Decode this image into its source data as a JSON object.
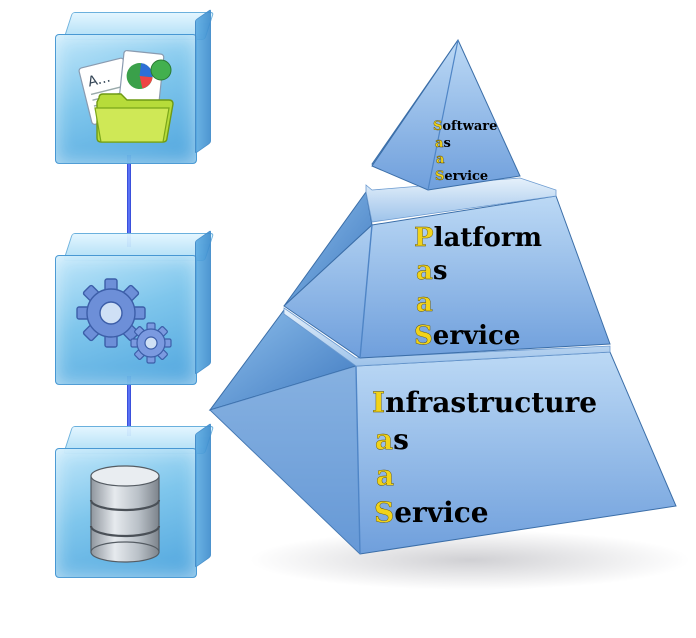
{
  "pyramid": {
    "tiers": [
      {
        "key": "saas",
        "lines": [
          {
            "initial": "S",
            "rest": "oftware"
          },
          {
            "initial": "a",
            "rest": "s"
          },
          {
            "initial": "a",
            "rest": ""
          },
          {
            "initial": "S",
            "rest": "ervice"
          }
        ]
      },
      {
        "key": "paas",
        "lines": [
          {
            "initial": "P",
            "rest": "latform"
          },
          {
            "initial": "a",
            "rest": "s"
          },
          {
            "initial": "a",
            "rest": ""
          },
          {
            "initial": "S",
            "rest": "ervice"
          }
        ]
      },
      {
        "key": "iaas",
        "lines": [
          {
            "initial": "I",
            "rest": "nfrastructure"
          },
          {
            "initial": "a",
            "rest": "s"
          },
          {
            "initial": "a",
            "rest": ""
          },
          {
            "initial": "S",
            "rest": "ervice"
          }
        ]
      }
    ]
  },
  "cubes": [
    {
      "icon": "documents-folder-icon"
    },
    {
      "icon": "gears-icon"
    },
    {
      "icon": "database-icon"
    }
  ],
  "colors": {
    "cube_blue": "#78c3eb",
    "pyramid_blue": "#7ab0e3",
    "connector": "#3a52e6",
    "initial_yellow": "#f1d31a",
    "gear_blue": "#6d8fd8",
    "folder_green": "#a6d23a"
  }
}
